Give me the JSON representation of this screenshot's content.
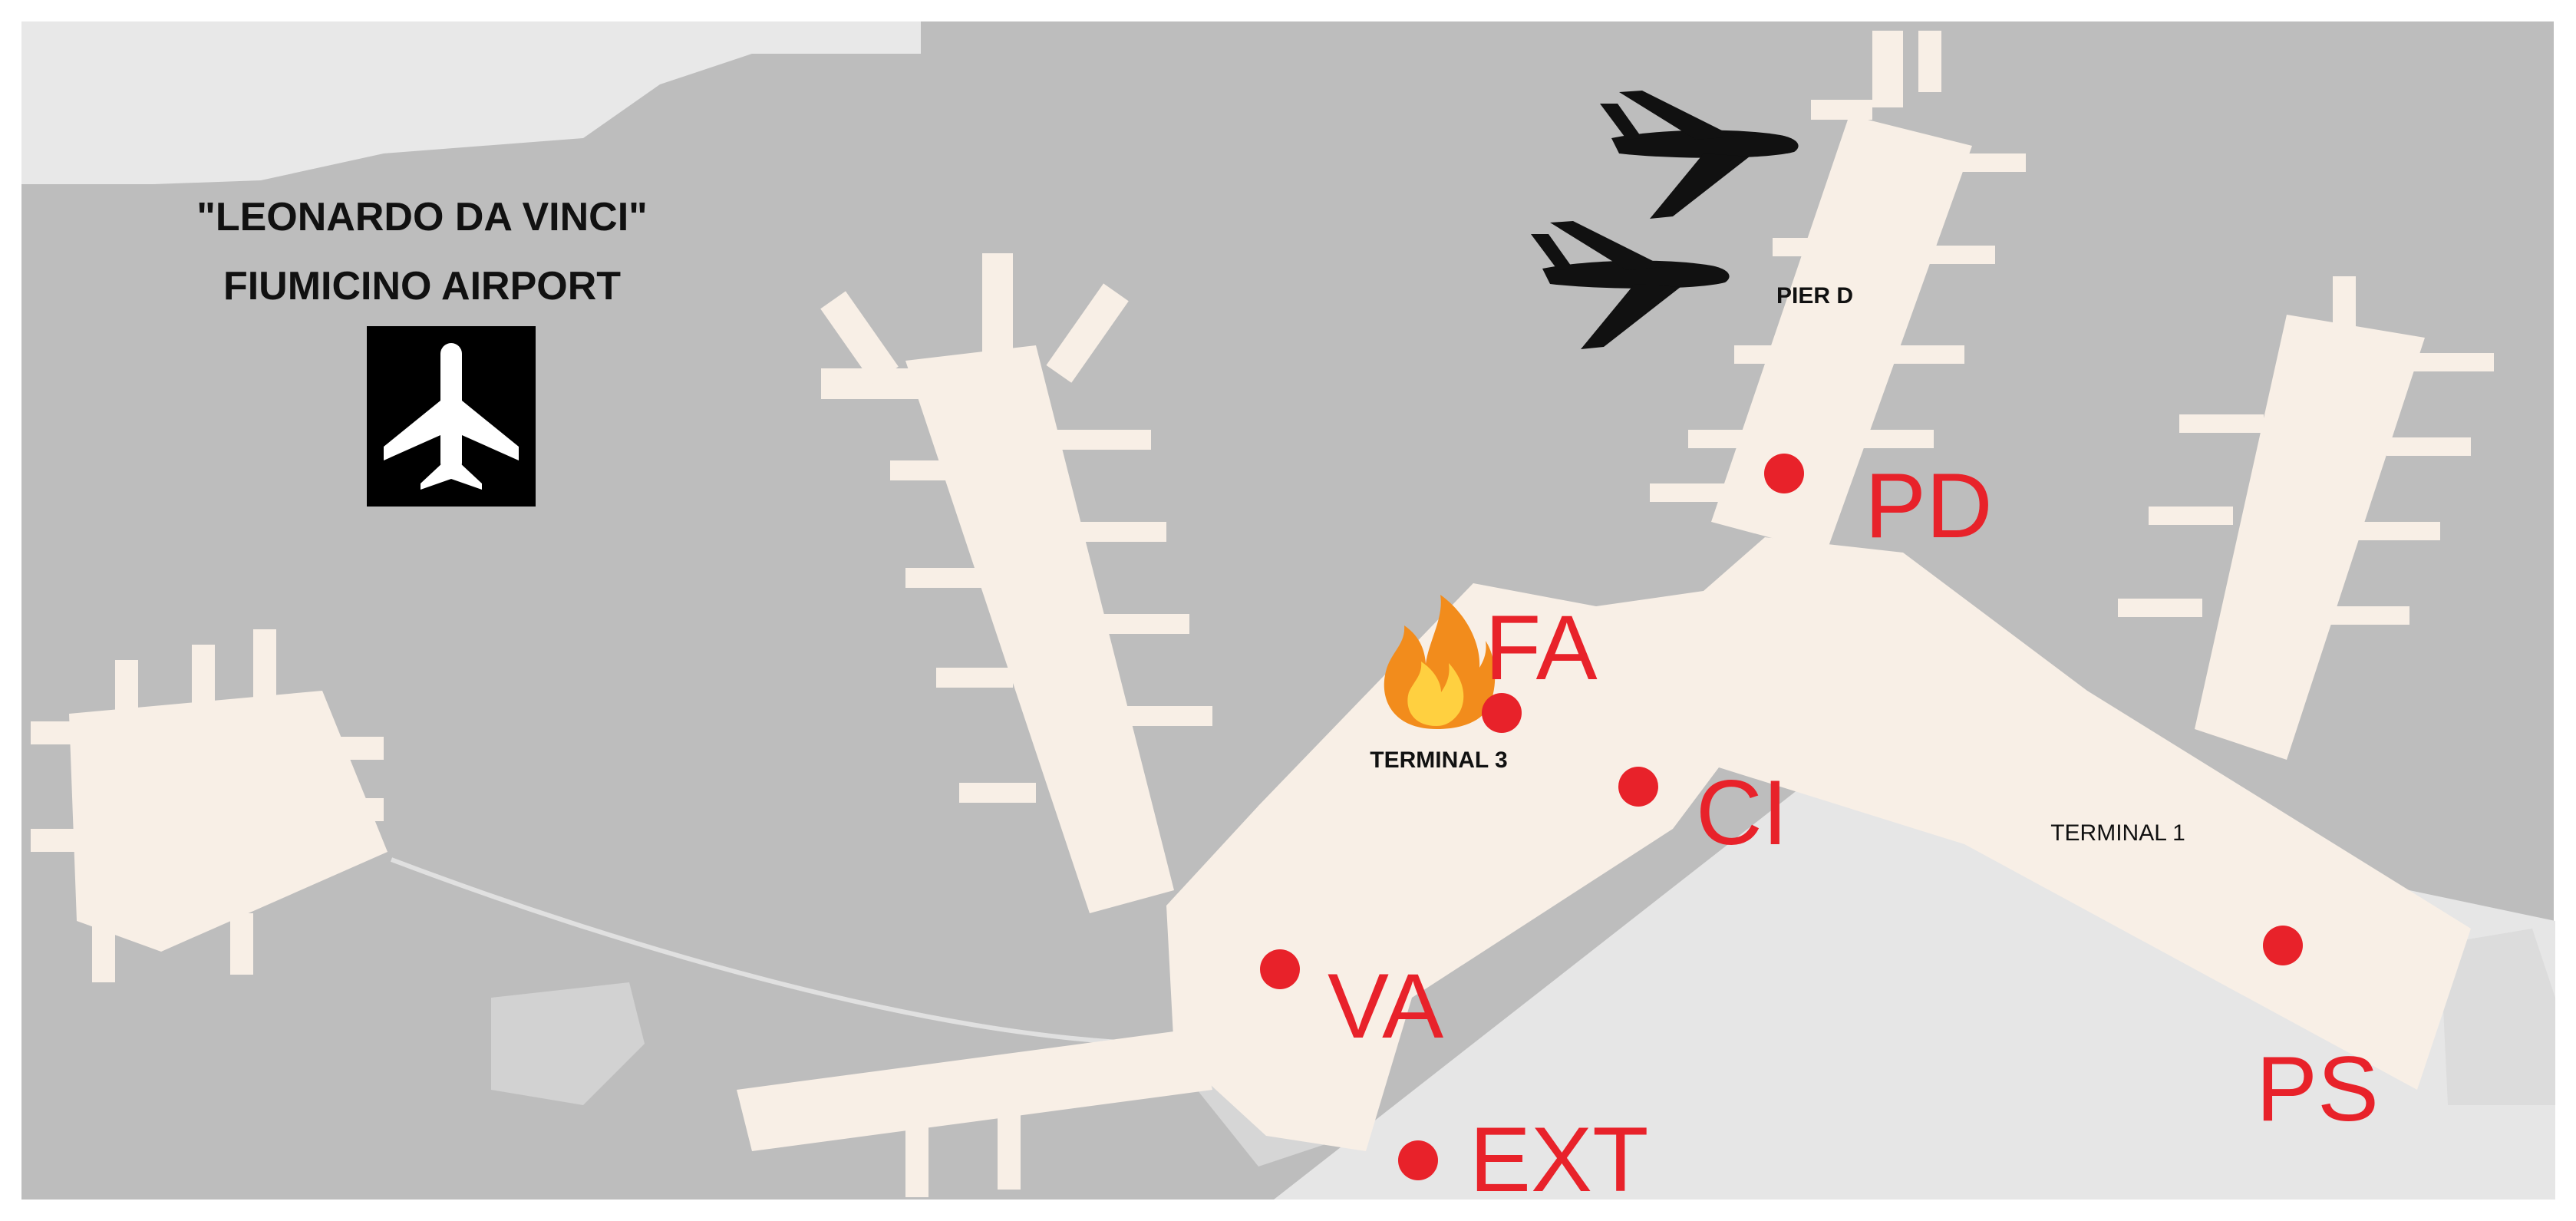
{
  "map": {
    "title_lines": [
      "\"LEONARDO DA VINCI\"",
      "FIUMICINO AIRPORT"
    ],
    "icons": [
      "airport-sign-icon",
      "airplane-icon",
      "fire-icon"
    ],
    "colors": {
      "apron": "#bdbdbd",
      "landside": "#e6e6e6",
      "building": "#f8efe6",
      "poi": "#e8222a",
      "aircraft": "#111111"
    },
    "terminal_labels": {
      "pier_d": "PIER D",
      "terminal_3": "TERMINAL 3",
      "terminal_1": "TERMINAL 1"
    },
    "points_of_interest": [
      {
        "id": "PD",
        "label": "PD"
      },
      {
        "id": "FA",
        "label": "FA",
        "icon": "fire-icon"
      },
      {
        "id": "CI",
        "label": "CI"
      },
      {
        "id": "VA",
        "label": "VA"
      },
      {
        "id": "EXT",
        "label": "EXT"
      },
      {
        "id": "PS",
        "label": "PS"
      }
    ]
  }
}
